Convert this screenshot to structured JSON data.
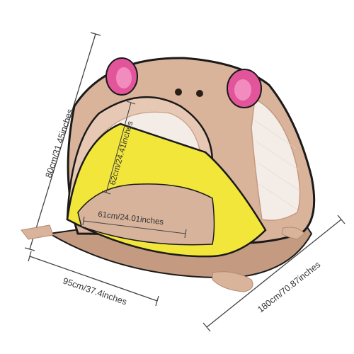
{
  "dimensions": {
    "height": "80cm/31.45inches",
    "depth": "95cm/37.4inches",
    "length": "180cm/70.87inches",
    "inner_height": "62cm/24.41inches",
    "inner_width": "61cm/24.01inches"
  },
  "colors": {
    "tent_tan": "#d9b39a",
    "tent_tan_dark": "#c49a80",
    "door_yellow": "#f3e63a",
    "ear_pink": "#e3559a",
    "mesh": "#f4ece6",
    "frame_black": "#1a1a1a",
    "line_gray": "#444444"
  }
}
